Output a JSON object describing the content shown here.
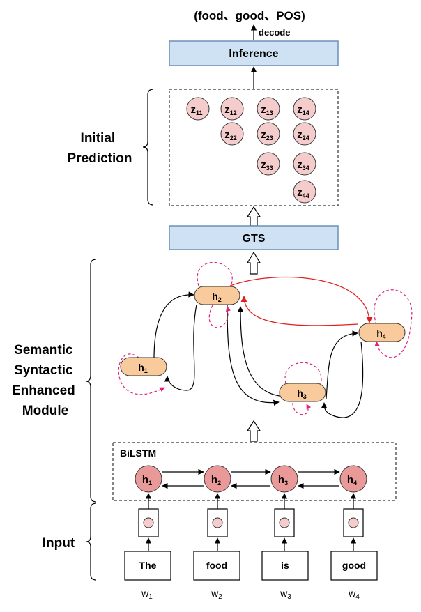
{
  "output": {
    "prefix": "(food",
    "sep1": "、",
    "mid": "good",
    "sep2": "、",
    "pol": "POS",
    "suffix": ")"
  },
  "decode_label": "decode",
  "inference_label": "Inference",
  "gts_label": "GTS",
  "side_labels": {
    "initial_prediction": [
      "Initial",
      "Prediction"
    ],
    "module": [
      "Semantic",
      "Syntactic",
      "Enhanced",
      "Module"
    ],
    "input": "Input"
  },
  "bilstm_label": "BiLSTM",
  "z_nodes": [
    {
      "base": "z",
      "sub": "11"
    },
    {
      "base": "z",
      "sub": "12"
    },
    {
      "base": "z",
      "sub": "13"
    },
    {
      "base": "z",
      "sub": "14"
    },
    {
      "base": "z",
      "sub": "22"
    },
    {
      "base": "z",
      "sub": "23"
    },
    {
      "base": "z",
      "sub": "24"
    },
    {
      "base": "z",
      "sub": "33"
    },
    {
      "base": "z",
      "sub": "34"
    },
    {
      "base": "z",
      "sub": "44"
    }
  ],
  "graph_nodes": [
    {
      "base": "h",
      "sub": "1"
    },
    {
      "base": "h",
      "sub": "2"
    },
    {
      "base": "h",
      "sub": "3"
    },
    {
      "base": "h",
      "sub": "4"
    }
  ],
  "bilstm_nodes": [
    {
      "base": "h",
      "sub": "1"
    },
    {
      "base": "h",
      "sub": "2"
    },
    {
      "base": "h",
      "sub": "3"
    },
    {
      "base": "h",
      "sub": "4"
    }
  ],
  "words": [
    "The",
    "food",
    "is",
    "good"
  ],
  "word_labels": [
    {
      "base": "w",
      "sub": "1"
    },
    {
      "base": "w",
      "sub": "2"
    },
    {
      "base": "w",
      "sub": "3"
    },
    {
      "base": "w",
      "sub": "4"
    }
  ],
  "colors": {
    "blue_box": "#cfe2f3",
    "blue_border": "#6d8fb8",
    "z_fill": "#f4cccc",
    "bilstm_fill": "#ea9999",
    "h_fill": "#f9cb9c",
    "red_edge": "#e02020",
    "magenta": "#e0207a"
  }
}
